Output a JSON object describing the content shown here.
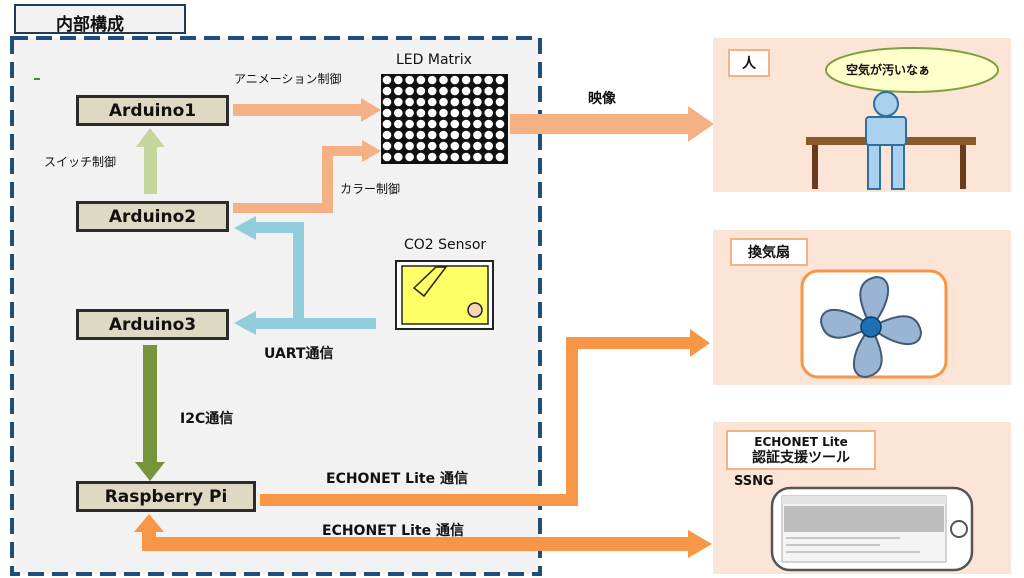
{
  "section_title": "内部構成",
  "modules": {
    "arduino1": "Arduino1",
    "arduino2": "Arduino2",
    "arduino3": "Arduino3",
    "raspberry_pi": "Raspberry Pi"
  },
  "devices": {
    "led_matrix": "LED Matrix",
    "co2_sensor": "CO2 Sensor"
  },
  "edge_labels": {
    "animation_control": "アニメーション制御",
    "switch_control": "スイッチ制御",
    "color_control": "カラー制御",
    "uart": "UART通信",
    "i2c": "I2C通信",
    "echonet_1": "ECHONET Lite 通信",
    "echonet_2": "ECHONET Lite 通信",
    "video": "映像"
  },
  "panels": {
    "person": {
      "title": "人",
      "speech": "空気が汚いなぁ"
    },
    "fan": {
      "title": "換気扇"
    },
    "ssng": {
      "title_line1": "ECHONET Lite",
      "title_line2": "認証支援ツール",
      "label": "SSNG"
    }
  },
  "colors": {
    "orange": "#f79646",
    "peach": "#f4b183",
    "light_blue": "#92cddc",
    "green": "#77933c",
    "light_green": "#c3d69b",
    "dashed_border": "#1f4e79",
    "panel_bg": "#fce4d6"
  }
}
